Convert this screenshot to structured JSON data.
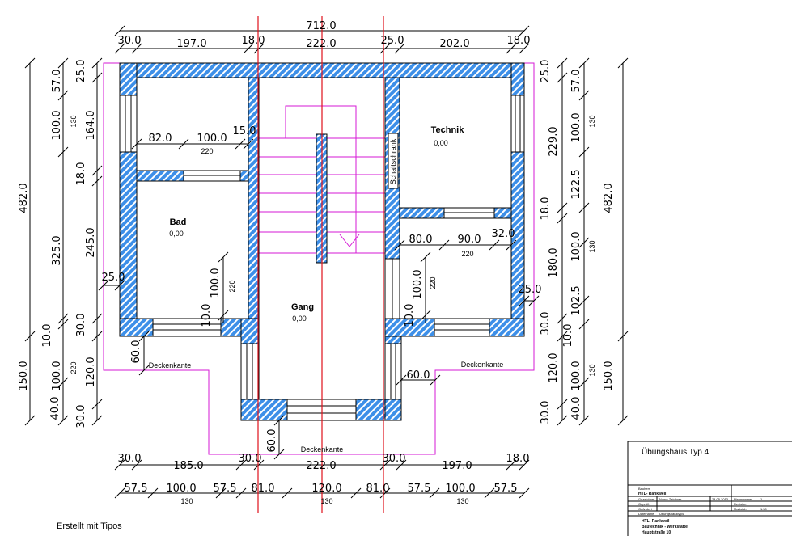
{
  "colors": {
    "wall": "#3d8fe8",
    "outline": "#d61ad6",
    "axis": "#e0101a"
  },
  "top_dims": {
    "overall": "712.0",
    "row": [
      "30.0",
      "197.0",
      "18.0",
      "222.0",
      "25.0",
      "202.0",
      "18.0"
    ]
  },
  "inner_dims": {
    "left": [
      "82.0",
      "100.0",
      "220",
      "15.0"
    ],
    "right": [
      "80.0",
      "90.0",
      "32.0",
      "220"
    ],
    "left_vert": [
      "100.0",
      "220",
      "10.0"
    ],
    "right_vert": [
      "100.0",
      "220",
      "10.0"
    ],
    "wall_left": "25.0",
    "wall_right": "25.0",
    "ceil_left": "60.0",
    "ceil_right": "60.0",
    "ceil_bottom": "60.0"
  },
  "left_dims": {
    "outer": [
      "482.0",
      "150.0"
    ],
    "mid": [
      "57.0",
      "100.0",
      "130",
      "325.0",
      "10.0",
      "100.0",
      "220",
      "40.0"
    ],
    "inner": [
      "25.0",
      "164.0",
      "18.0",
      "245.0",
      "30.0",
      "120.0",
      "30.0"
    ]
  },
  "right_dims": {
    "inner": [
      "25.0",
      "229.0",
      "18.0",
      "180.0",
      "30.0",
      "120.0",
      "30.0"
    ],
    "mid": [
      "57.0",
      "100.0",
      "130",
      "122.5",
      "100.0",
      "130",
      "102.5",
      "10.0",
      "100.0",
      "130",
      "40.0"
    ],
    "outer": [
      "482.0",
      "150.0"
    ]
  },
  "bottom_dims": {
    "row1": [
      "30.0",
      "185.0",
      "30.0",
      "222.0",
      "30.0",
      "197.0",
      "18.0"
    ],
    "row2": [
      "57.5",
      "100.0",
      "57.5",
      "81.0",
      "120.0",
      "81.0",
      "57.5",
      "100.0",
      "57.5"
    ],
    "row2_small": [
      "130",
      "130",
      "130"
    ]
  },
  "rooms": [
    {
      "name": "Bad",
      "level": "0,00"
    },
    {
      "name": "Gang",
      "level": "0,00"
    },
    {
      "name": "Technik",
      "level": "0,00"
    }
  ],
  "labels": {
    "cabinet": "Schaltschrank",
    "ceiling_edge": [
      "Deckenkante",
      "Deckenkante",
      "Deckenkante"
    ]
  },
  "title_block": {
    "title": "Übungshaus Typ 4",
    "client_label": "Bauherr",
    "client": "HTL- Rankweil",
    "rows": [
      [
        "Gezeichnet",
        "Name Zeichner",
        "24.05.2013",
        "Plannummer",
        "1"
      ],
      [
        "Geprüft",
        "",
        "",
        "Revision",
        ""
      ],
      [
        "Geändert",
        "",
        "",
        "Maßstab",
        "1:50"
      ]
    ],
    "file_label": "Dateiname",
    "file": "Übungshaustyp4",
    "address": [
      "HTL- Rankweil",
      "Bautechnik - Werkstätte",
      "Hauptstraße 10"
    ]
  },
  "footer": {
    "credit": "Erstellt mit Tipos"
  }
}
